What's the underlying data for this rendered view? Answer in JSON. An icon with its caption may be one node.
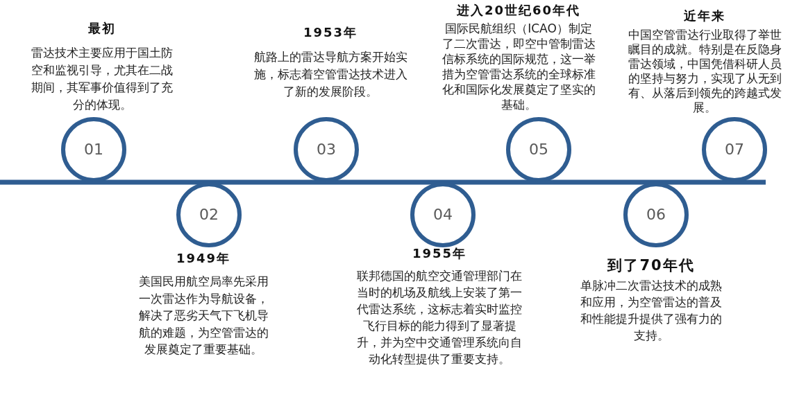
{
  "diagram": {
    "nodes": [
      {
        "text": [
          "01"
        ],
        "beside": [
          "最初",
          "雷达技术主要应用于国土防空和监视引导，尤其在二战期间，其军事价值得到了充分的体现。"
        ]
      },
      {
        "text": [
          "02"
        ],
        "beside": [
          "1949年",
          "美国民用航空局率先采用一次雷达作为导航设备，解决了恶劣天气下飞机导航的难题，为空管雷达的发展奠定了重要基础。"
        ]
      },
      {
        "text": [
          "03"
        ],
        "beside": [
          "1953年",
          "航路上的雷达导航方案开始实施，标志着空管雷达技术进入了新的发展阶段。"
        ]
      },
      {
        "text": [
          "04"
        ],
        "beside": [
          "1955年",
          "联邦德国的航空交通管理部门在当时的机场及航线上安装了第一代雷达系统，这标志着实时监控飞行目标的能力得到了显著提升，并为空中交通管理系统向自动化转型提供了重要支持。"
        ]
      },
      {
        "text": [
          "05"
        ],
        "beside": [
          "进入20世纪60年代",
          "国际民航组织（ICAO）制定了二次雷达，即空中管制雷达信标系统的国际规范，这一举措为空管雷达系统的全球标准化和国际化发展奠定了坚实的基础。"
        ]
      },
      {
        "text": [
          "06"
        ],
        "beside": [
          "到了70年代",
          "单脉冲二次雷达技术的成熟和应用，为空管雷达的普及和性能提升提供了强有力的支持。"
        ]
      },
      {
        "text": [
          "07"
        ],
        "beside": [
          "近年来",
          "中国空管雷达行业取得了举世瞩目的成就。特别是在反隐身雷达领域，中国凭借科研人员的坚持与努力，实现了从无到有、从落后到领先的跨越式发展。"
        ]
      }
    ]
  }
}
